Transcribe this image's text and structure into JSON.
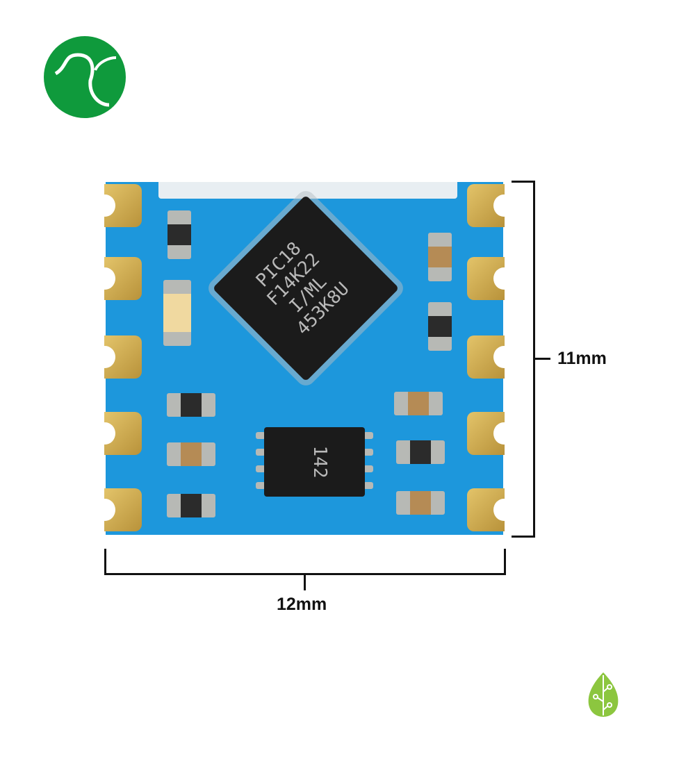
{
  "chip": {
    "lines": [
      "PIC18",
      "F14K22",
      "I/ML",
      "453K8U"
    ]
  },
  "soic": {
    "label": "142"
  },
  "dimensions": {
    "height": "11mm",
    "width": "12mm"
  },
  "colors": {
    "board": "#1d97dc",
    "logo_green": "#0f9a3c",
    "leaf_green": "#8cc63f"
  }
}
